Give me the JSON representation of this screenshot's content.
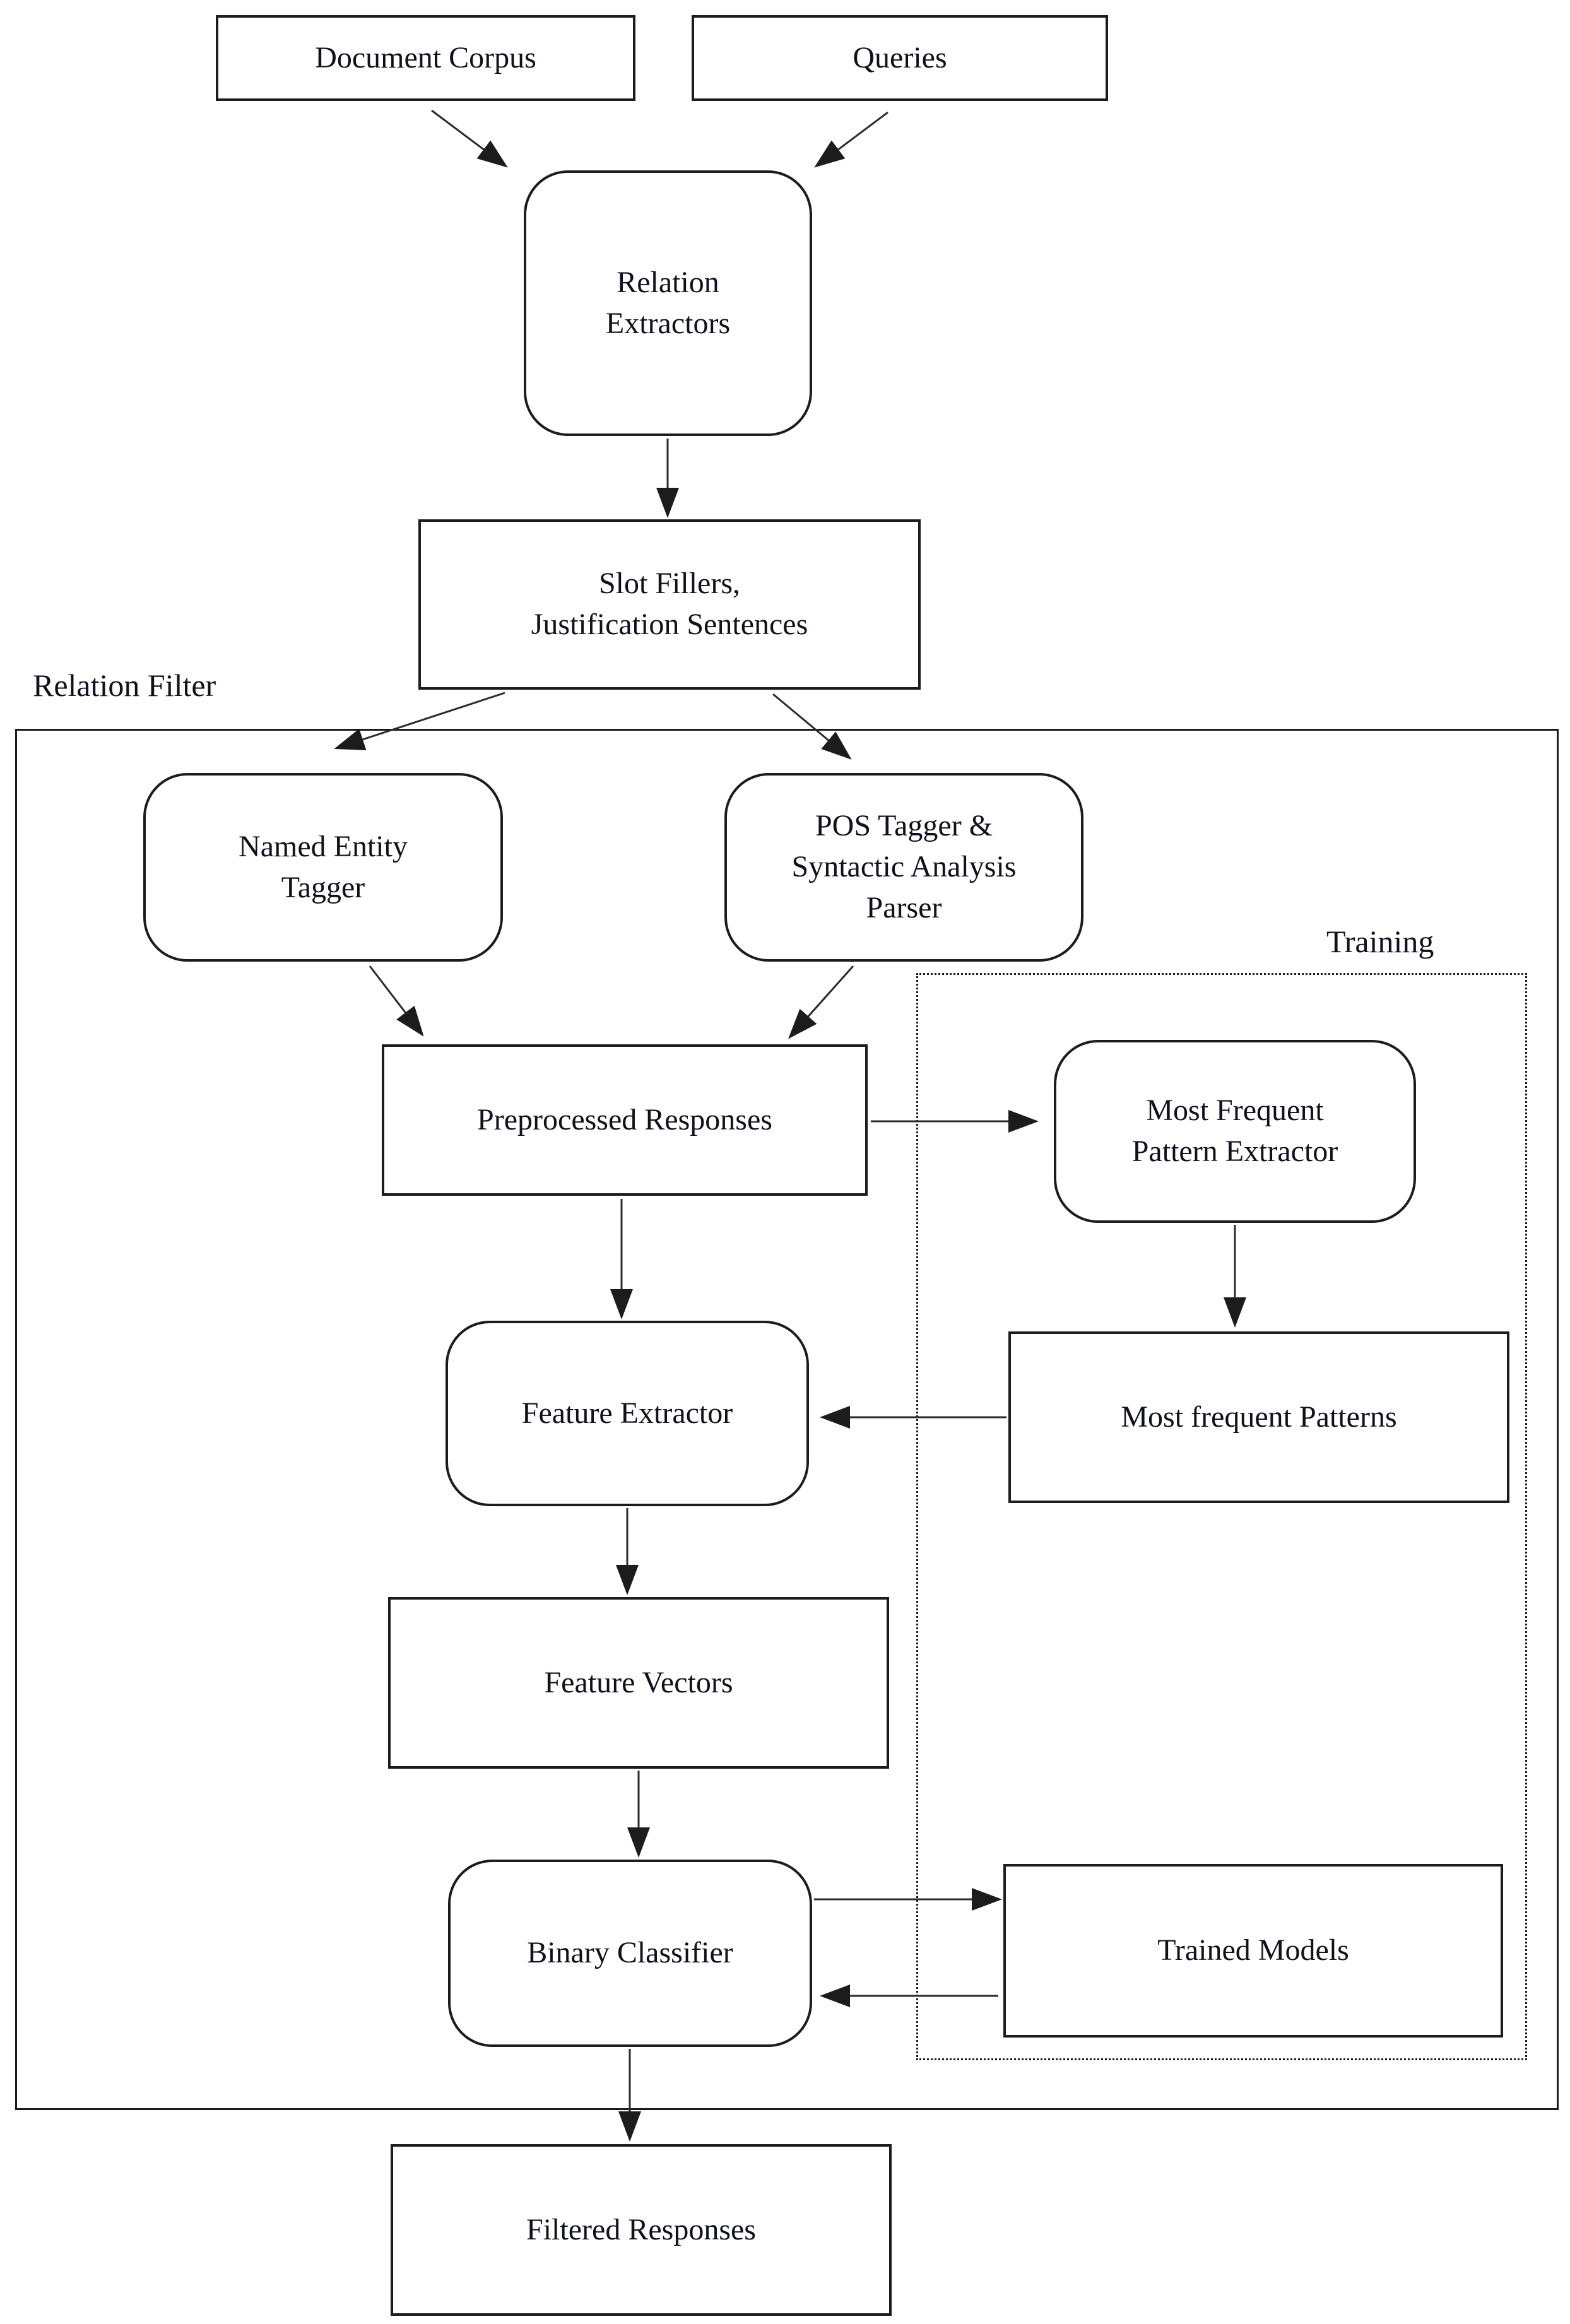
{
  "diagram": {
    "title": "Relation filtering pipeline flowchart",
    "regions": {
      "relation_filter": {
        "label": "Relation Filter"
      },
      "training": {
        "label": "Training"
      }
    },
    "nodes": {
      "document_corpus": {
        "shape": "rect",
        "label_lines": [
          "Document Corpus"
        ]
      },
      "queries": {
        "shape": "rect",
        "label_lines": [
          "Queries"
        ]
      },
      "relation_extractors": {
        "shape": "rounded",
        "label_lines": [
          "Relation",
          "Extractors"
        ]
      },
      "slot_fillers": {
        "shape": "rect",
        "label_lines": [
          "Slot Fillers,",
          "Justification Sentences"
        ]
      },
      "named_entity_tagger": {
        "shape": "rounded",
        "label_lines": [
          "Named Entity",
          "Tagger"
        ]
      },
      "pos_tagger": {
        "shape": "rounded",
        "label_lines": [
          "POS Tagger &",
          "Syntactic Analysis",
          "Parser"
        ]
      },
      "preprocessed_responses": {
        "shape": "rect",
        "label_lines": [
          "Preprocessed Responses"
        ]
      },
      "most_frequent_pattern_extractor": {
        "shape": "rounded",
        "label_lines": [
          "Most Frequent",
          "Pattern Extractor"
        ]
      },
      "most_frequent_patterns": {
        "shape": "rect",
        "label_lines": [
          "Most frequent Patterns"
        ]
      },
      "feature_extractor": {
        "shape": "rounded",
        "label_lines": [
          "Feature Extractor"
        ]
      },
      "feature_vectors": {
        "shape": "rect",
        "label_lines": [
          "Feature Vectors"
        ]
      },
      "binary_classifier": {
        "shape": "rounded",
        "label_lines": [
          "Binary Classifier"
        ]
      },
      "trained_models": {
        "shape": "rect",
        "label_lines": [
          "Trained Models"
        ]
      },
      "filtered_responses": {
        "shape": "rect",
        "label_lines": [
          "Filtered Responses"
        ]
      }
    },
    "edges": [
      {
        "from": "document_corpus",
        "to": "relation_extractors"
      },
      {
        "from": "queries",
        "to": "relation_extractors"
      },
      {
        "from": "relation_extractors",
        "to": "slot_fillers"
      },
      {
        "from": "slot_fillers",
        "to": "named_entity_tagger"
      },
      {
        "from": "slot_fillers",
        "to": "pos_tagger"
      },
      {
        "from": "named_entity_tagger",
        "to": "preprocessed_responses"
      },
      {
        "from": "pos_tagger",
        "to": "preprocessed_responses"
      },
      {
        "from": "preprocessed_responses",
        "to": "most_frequent_pattern_extractor"
      },
      {
        "from": "preprocessed_responses",
        "to": "feature_extractor"
      },
      {
        "from": "most_frequent_pattern_extractor",
        "to": "most_frequent_patterns"
      },
      {
        "from": "most_frequent_patterns",
        "to": "feature_extractor"
      },
      {
        "from": "feature_extractor",
        "to": "feature_vectors"
      },
      {
        "from": "feature_vectors",
        "to": "binary_classifier"
      },
      {
        "from": "binary_classifier",
        "to": "trained_models"
      },
      {
        "from": "trained_models",
        "to": "binary_classifier"
      },
      {
        "from": "binary_classifier",
        "to": "filtered_responses"
      }
    ],
    "colors": {
      "background": "#ffffff",
      "line": "#2b2b2b",
      "border": "#1c1c1c",
      "text": "#10101e"
    }
  }
}
